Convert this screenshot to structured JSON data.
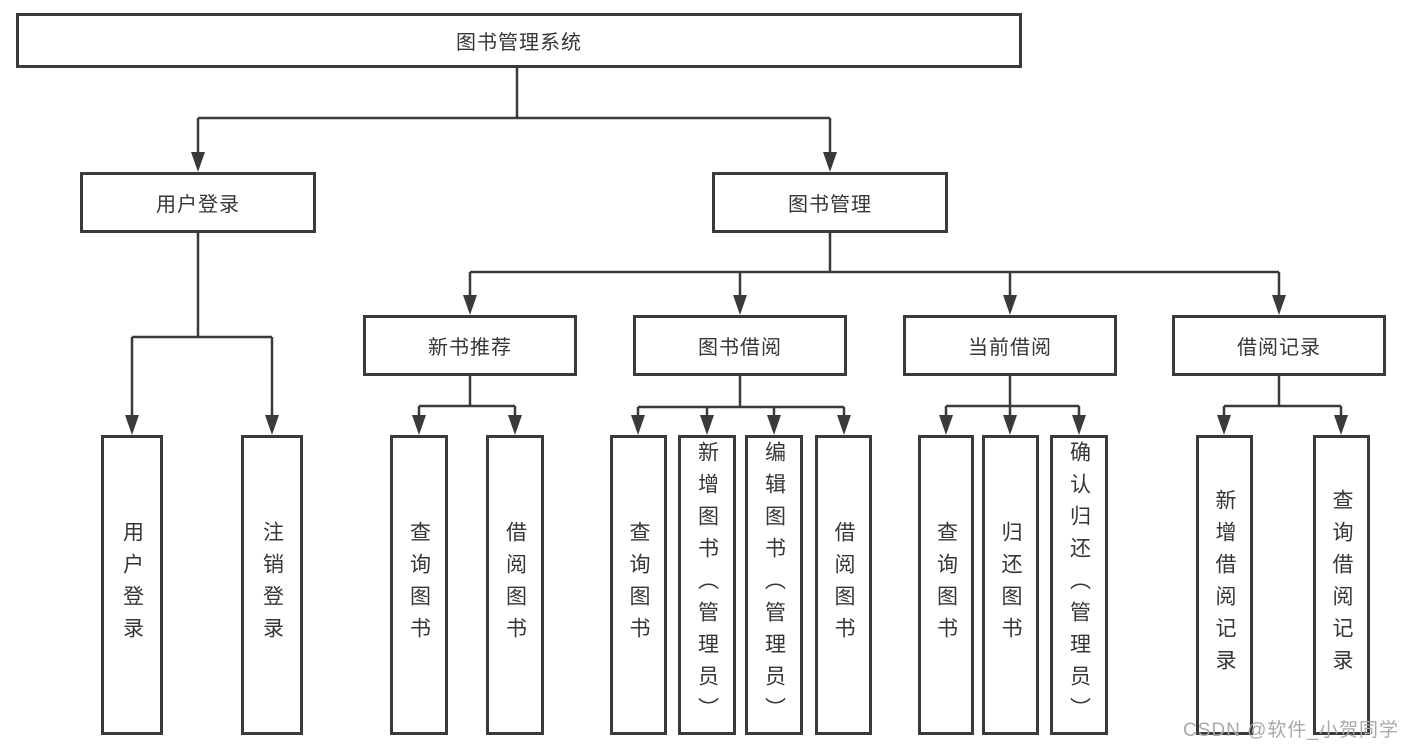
{
  "diagram_type": "hierarchy-tree",
  "tree": {
    "label": "图书管理系统",
    "children": [
      {
        "label": "用户登录",
        "children": [
          {
            "label": "用户登录"
          },
          {
            "label": "注销登录"
          }
        ]
      },
      {
        "label": "图书管理",
        "children": [
          {
            "label": "新书推荐",
            "children": [
              {
                "label": "查询图书"
              },
              {
                "label": "借阅图书"
              }
            ]
          },
          {
            "label": "图书借阅",
            "children": [
              {
                "label": "查询图书"
              },
              {
                "label": "新增图书（管理员）"
              },
              {
                "label": "编辑图书（管理员）"
              },
              {
                "label": "借阅图书"
              }
            ]
          },
          {
            "label": "当前借阅",
            "children": [
              {
                "label": "查询图书"
              },
              {
                "label": "归还图书"
              },
              {
                "label": "确认归还（管理员）"
              }
            ]
          },
          {
            "label": "借阅记录",
            "children": [
              {
                "label": "新增借阅记录"
              },
              {
                "label": "查询借阅记录"
              }
            ]
          }
        ]
      }
    ]
  },
  "watermark": "CSDN @软件_小贺同学",
  "colors": {
    "line": "#3a3a3a",
    "box_border": "#3a3a3a",
    "text": "#363636",
    "watermark": "#a9a9a9",
    "background": "#ffffff"
  }
}
